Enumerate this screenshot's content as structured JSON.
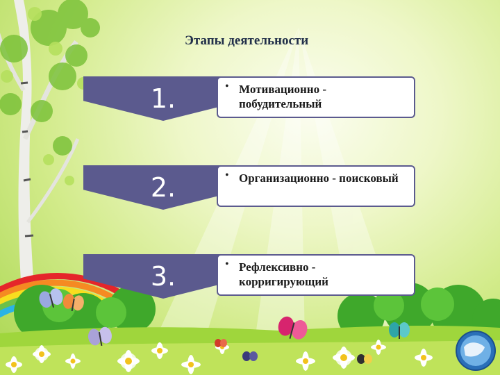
{
  "title": "Этапы деятельности",
  "steps": [
    {
      "number": "1.",
      "text": "Мотивационно - побудительный"
    },
    {
      "number": "2.",
      "text": "Организационно - поисковый"
    },
    {
      "number": "3.",
      "text": "Рефлексивно - корригирующий"
    }
  ],
  "colors": {
    "accent": "#5b5a8e",
    "box_fill": "#ffffff",
    "title": "#22304a"
  },
  "icons": [
    "tree-decoration",
    "rainbow-decoration",
    "butterfly-icon",
    "daisy-flower-icon",
    "globe-icon"
  ]
}
